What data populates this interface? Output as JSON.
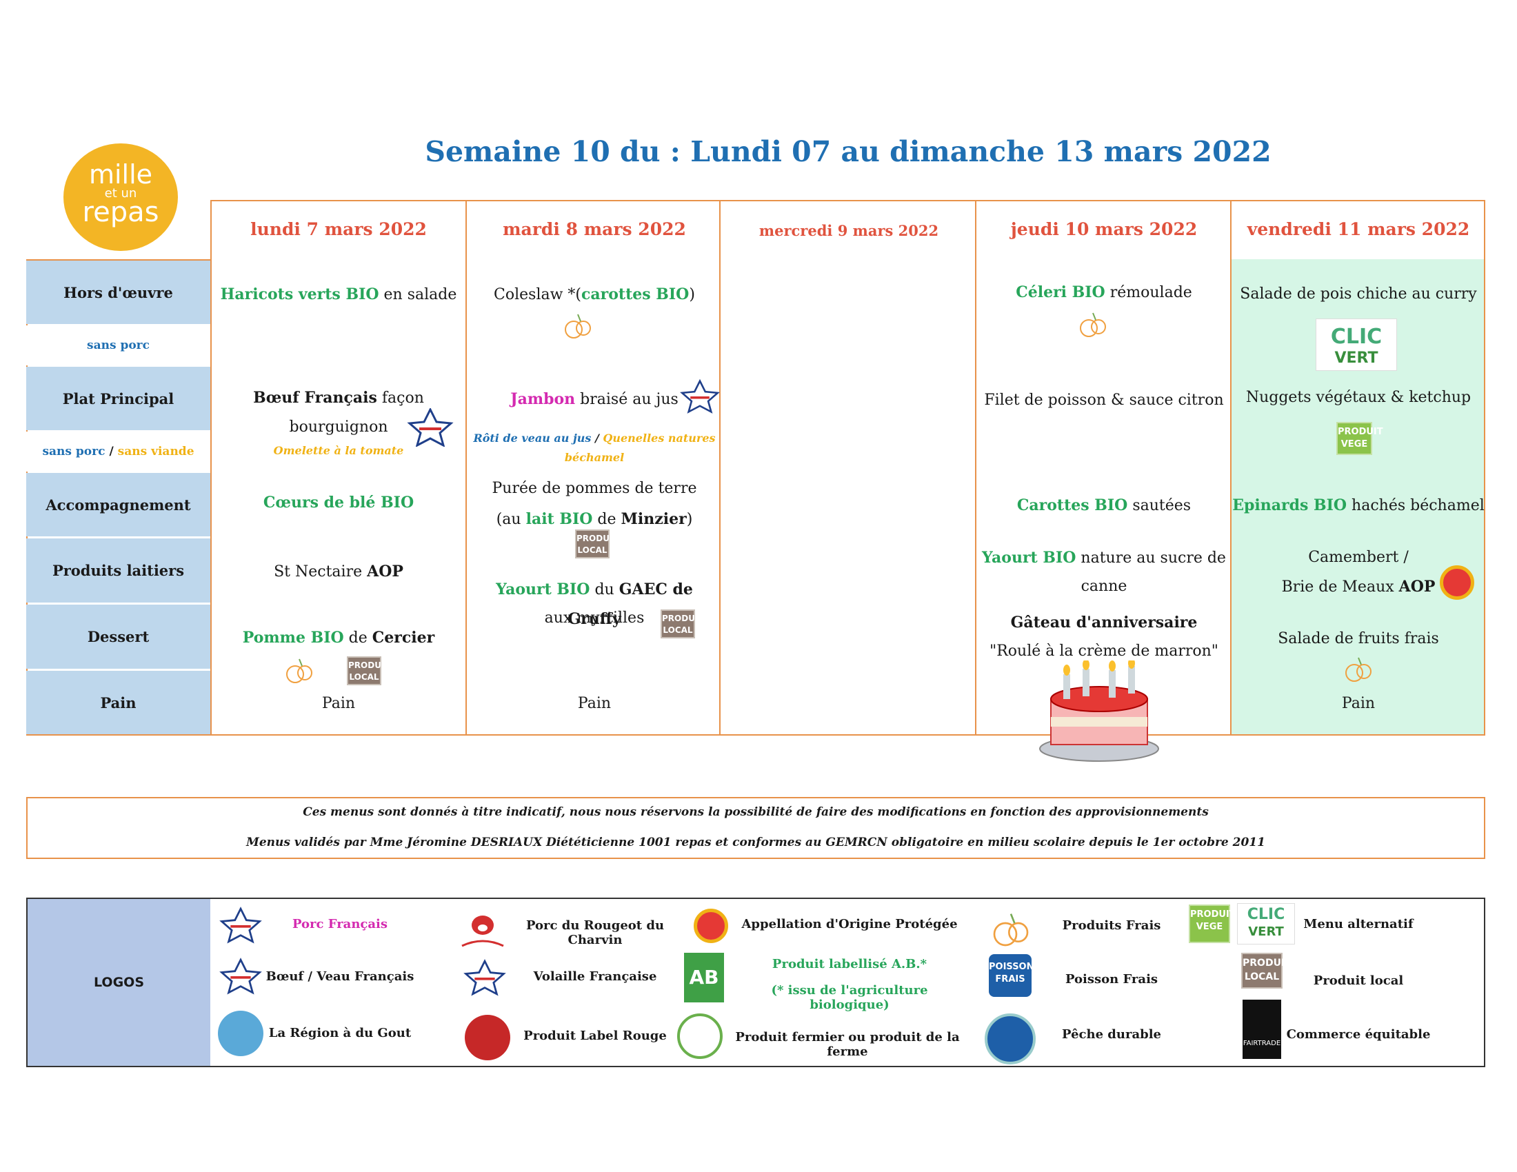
{
  "title": "Semaine 10 du : Lundi 07 au dimanche 13 mars 2022",
  "brand": {
    "line1": "mille",
    "line2": "et un",
    "line3": "repas"
  },
  "days": [
    "lundi 7 mars 2022",
    "mardi 8 mars 2022",
    "mercredi 9 mars 2022",
    "jeudi 10 mars 2022",
    "vendredi 11 mars 2022"
  ],
  "categories": {
    "hors_doeuvre": "Hors d'œuvre",
    "sans_porc": "sans porc",
    "plat": "Plat Principal",
    "sans_porc2": "sans porc",
    "slash": "/",
    "sans_viande": "sans viande",
    "accompagnement": "Accompagnement",
    "laitiers": "Produits laitiers",
    "dessert": "Dessert",
    "pain": "Pain"
  },
  "monday": {
    "hd_a": "Haricots verts BIO",
    "hd_b": " en salade",
    "plat_a": "Bœuf Français",
    "plat_b": " façon bourguignon",
    "alt": "Omelette à la tomate",
    "acc": "Cœurs de blé BIO",
    "lait_a": "St Nectaire ",
    "lait_b": "AOP",
    "dessert_a": "Pomme BIO",
    "dessert_b": " de ",
    "dessert_c": "Cercier",
    "pain": "Pain"
  },
  "tuesday": {
    "hd_a": "Coleslaw *(",
    "hd_b": "carottes BIO",
    "hd_c": ")",
    "plat_a": "Jambon",
    "plat_b": " braisé au jus",
    "alt_a": "Rôti de veau au jus",
    "alt_sep": " / ",
    "alt_b": "Quenelles natures",
    "alt_c": "béchamel",
    "acc1": "Purée de pommes de terre",
    "acc2_a": "(au ",
    "acc2_b": "lait BIO",
    "acc2_c": " de ",
    "acc2_d": "Minzier",
    "acc2_e": ")",
    "lait_a": "Yaourt BIO",
    "lait_b": " du ",
    "lait_c": "GAEC de Gruffy",
    "lait2": "aux myrtilles",
    "pain": "Pain"
  },
  "thursday": {
    "hd_a": "Céleri BIO",
    "hd_b": " rémoulade",
    "plat": "Filet de poisson & sauce citron",
    "acc_a": "Carottes BIO",
    "acc_b": " sautées",
    "lait_a": "Yaourt BIO",
    "lait_b": " nature au sucre de",
    "lait2": "canne",
    "dessert1": "Gâteau d'anniversaire",
    "dessert2": "\"Roulé à la crème de marron\""
  },
  "friday": {
    "hd": "Salade de pois chiche au curry",
    "plat": "Nuggets végétaux & ketchup",
    "acc_a": "Epinards BIO",
    "acc_b": " hachés béchamel",
    "lait1": "Camembert /",
    "lait2_a": "Brie de Meaux ",
    "lait2_b": "AOP",
    "dessert": "Salade de fruits frais",
    "pain": "Pain"
  },
  "icons": {
    "local": [
      "PRODUIT",
      "LOCAL"
    ],
    "vege": [
      "PRODUIT",
      "VEGE"
    ],
    "dclic": [
      "CLIC",
      "VERT"
    ],
    "poisson": [
      "POISSON",
      "FRAIS"
    ],
    "ab": "AB",
    "fairtrade": "FAIRTRADE"
  },
  "notice": {
    "line1": "Ces menus sont donnés à titre indicatif, nous nous réservons la possibilité de faire des modifications en fonction des approvisionnements",
    "line2": "Menus validés par Mme Jéromine DESRIAUX Diététicienne 1001 repas et conformes au GEMRCN obligatoire en milieu scolaire depuis le 1er octobre 2011"
  },
  "legend": {
    "head": "LOGOS",
    "porc": "Porc Français",
    "boeuf": "Bœuf / Veau Français",
    "region": "La Région à du Gout",
    "rougeot": "Porc du Rougeot du Charvin",
    "volaille": "Volaille Française",
    "label_rouge": "Produit Label Rouge",
    "aop": "Appellation d'Origine Protégée",
    "ab1": "Produit labellisé A.B.*",
    "ab2": "(* issu de l'agriculture biologique)",
    "fermier": "Produit fermier ou produit de la ferme",
    "frais": "Produits Frais",
    "poisson": "Poisson Frais",
    "peche": "Pêche durable",
    "alternatif": "Menu alternatif",
    "local": "Produit local",
    "equitable": "Commerce équitable"
  },
  "colors": {
    "title": "#1f6fb2",
    "day": "#e0533e",
    "bio": "#27a55a",
    "border": "#e8924a",
    "category": "#bed7ec",
    "friday": "#d6f6e6"
  }
}
